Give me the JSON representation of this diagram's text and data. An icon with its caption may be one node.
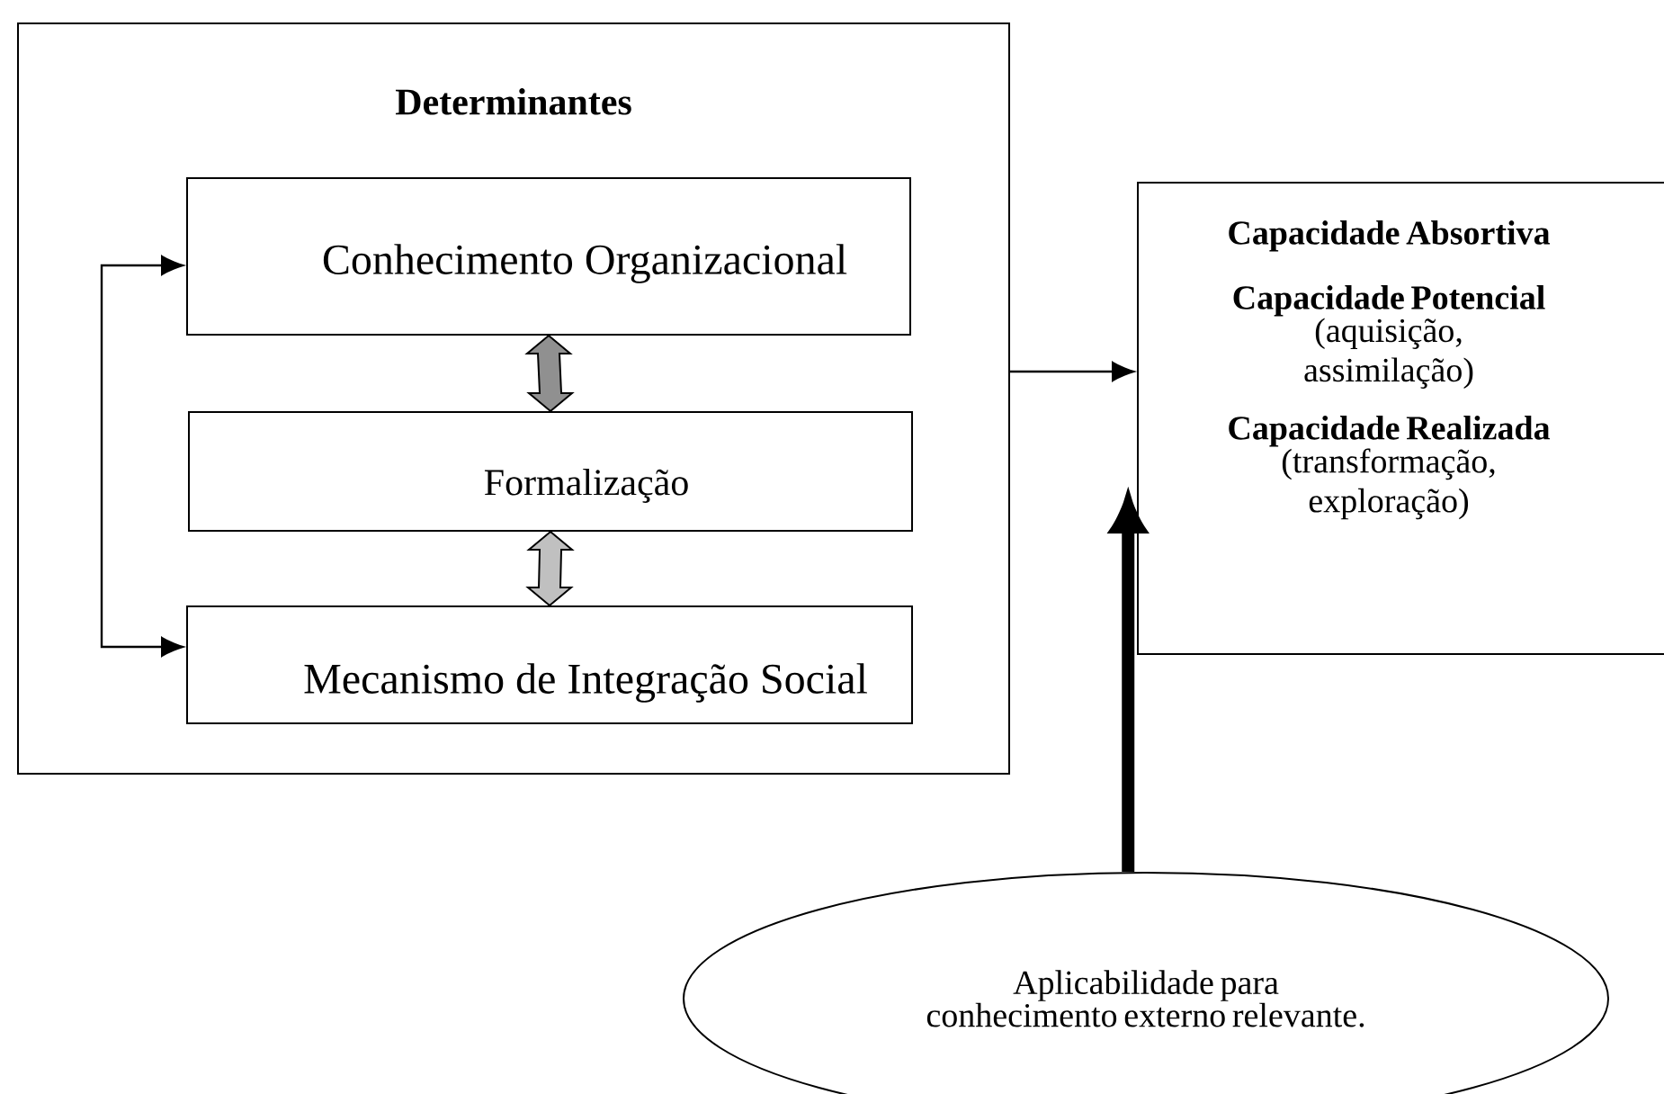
{
  "diagram": {
    "nodes": [
      {
        "text": [
          "Determinantes"
        ]
      },
      {
        "text": [
          "Conhecimento Organizacional"
        ],
        "in": 0
      },
      {
        "text": [
          "Formalização"
        ],
        "in": 0
      },
      {
        "text": [
          "Mecanismo de Integração Social"
        ],
        "in": 0
      },
      {
        "text": [
          "Capacidade Absortiva",
          "Capacidade Potencial",
          "(aquisição, assimilação)",
          "Capacidade Realizada",
          "(transformação, exploração)"
        ]
      },
      {
        "text": [
          "Aplicabilidade para conhecimento externo relevante."
        ]
      }
    ],
    "edges": [
      {
        "from": 1,
        "to": 2,
        "arrow": "both",
        "color": "#909090"
      },
      {
        "from": 2,
        "to": 3,
        "arrow": "both",
        "color": "#c0c0c0"
      },
      {
        "from": 1,
        "to": 3,
        "arrow": "both"
      },
      {
        "from": 0,
        "to": 4,
        "arrow": "to"
      },
      {
        "from": 5,
        "to": 4,
        "arrow": "to",
        "style": "thick"
      }
    ]
  }
}
